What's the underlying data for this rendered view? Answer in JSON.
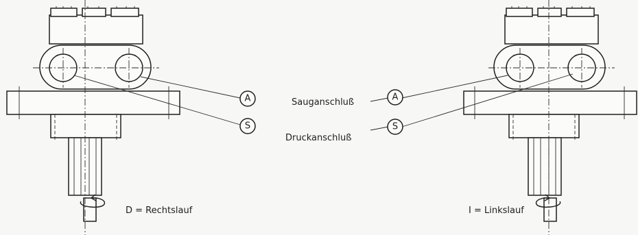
{
  "labels": {
    "suction_port": "Sauganschluß",
    "pressure_port": "Druckanschluß",
    "right_rotation": "D = Rechtslauf",
    "left_rotation": "I = Linkslauf"
  },
  "markers": {
    "suction": "A",
    "pressure": "S"
  },
  "icons": {
    "rotation_arrow": "rotation-arrow-icon"
  }
}
